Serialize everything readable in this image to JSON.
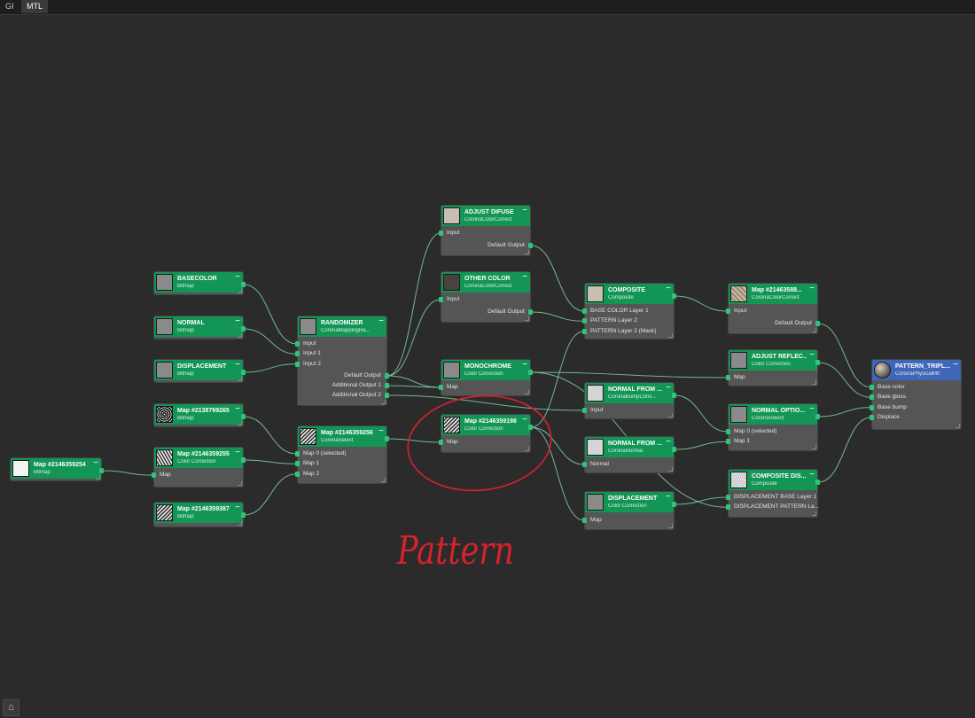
{
  "tabs": [
    {
      "label": "GI",
      "active": false
    },
    {
      "label": "MTL",
      "active": true
    }
  ],
  "colors": {
    "canvas": "#2b2b2b",
    "node_header": "#139556",
    "node_header_selected": "#3f66b8",
    "node_body": "#555555",
    "port": "#2ec47a",
    "wire": "#7fd0a3",
    "annotation": "#d8222c"
  },
  "annotation": {
    "text": "Pattern",
    "color": "#d8222c"
  },
  "nodes": [
    {
      "id": "map254",
      "title": "Map #2146359254",
      "subtitle": "Bitmap",
      "thumb": "white",
      "inputs": [],
      "outputs": [
        ""
      ]
    },
    {
      "id": "basecolor",
      "title": "BASECOLOR",
      "subtitle": "Bitmap",
      "thumb": "grey",
      "inputs": [],
      "outputs": [
        ""
      ]
    },
    {
      "id": "normal",
      "title": "NORMAL",
      "subtitle": "Bitmap",
      "thumb": "grey",
      "inputs": [],
      "outputs": [
        ""
      ]
    },
    {
      "id": "displacement",
      "title": "DISPLACEMENT",
      "subtitle": "Bitmap",
      "thumb": "grey",
      "inputs": [],
      "outputs": [
        ""
      ]
    },
    {
      "id": "map265",
      "title": "Map #2138799265",
      "subtitle": "Bitmap",
      "thumb": "dots",
      "inputs": [],
      "outputs": [
        ""
      ]
    },
    {
      "id": "map255",
      "title": "Map #2146359255",
      "subtitle": "Color Correction",
      "thumb": "weave",
      "inputs": [
        "Map"
      ],
      "outputs": [
        ""
      ]
    },
    {
      "id": "map387",
      "title": "Map #2146359387",
      "subtitle": "Bitmap",
      "thumb": "zigzag",
      "inputs": [],
      "outputs": [
        ""
      ]
    },
    {
      "id": "randomizer",
      "title": "RANDOMIZER",
      "subtitle": "CoronaMappingRa...",
      "thumb": "grey",
      "inputs": [
        "Input",
        "Input 1",
        "Input 2"
      ],
      "outputs": [
        "Default Output",
        "Additional Output 1",
        "Additional Output 2"
      ]
    },
    {
      "id": "map256",
      "title": "Map #2146359256",
      "subtitle": "CoronaSelect",
      "thumb": "zigzag",
      "inputs": [
        "Map 0 (selected)",
        "Map 1",
        "Map 2"
      ],
      "outputs": [
        ""
      ]
    },
    {
      "id": "adjustdif",
      "title": "ADJUST DIFUSE",
      "subtitle": "CoronaColorCorrect",
      "thumb": "beige",
      "inputs": [
        "Input"
      ],
      "outputs": [
        "Default Output"
      ]
    },
    {
      "id": "othercolor",
      "title": "OTHER COLOR",
      "subtitle": "CoronaColorCorrect",
      "thumb": "brown",
      "inputs": [
        "Input"
      ],
      "outputs": [
        "Default Output"
      ]
    },
    {
      "id": "monochrome",
      "title": "MONOCHROME",
      "subtitle": "Color Correction",
      "thumb": "grey",
      "inputs": [
        "Map"
      ],
      "outputs": [
        ""
      ]
    },
    {
      "id": "map198",
      "title": "Map #2146359198",
      "subtitle": "Color Correction",
      "thumb": "zigzag",
      "inputs": [
        "Map"
      ],
      "outputs": [
        ""
      ]
    },
    {
      "id": "composite",
      "title": "COMPOSITE",
      "subtitle": "Composite",
      "thumb": "beige",
      "inputs": [
        "BASE COLOR Layer 1",
        "PATTERN Layer 2",
        "PATTERN Layer 2 (Mask)"
      ],
      "outputs": [
        ""
      ]
    },
    {
      "id": "normfrom1",
      "title": "NORMAL FROM ...",
      "subtitle": "CoronaBumpConv...",
      "thumb": "light",
      "inputs": [
        "Input"
      ],
      "outputs": [
        ""
      ]
    },
    {
      "id": "normfrom2",
      "title": "NORMAL FROM ...",
      "subtitle": "CoronaNormal",
      "thumb": "light",
      "inputs": [
        "Normal"
      ],
      "outputs": [
        ""
      ]
    },
    {
      "id": "disp2",
      "title": "DISPLACEMENT",
      "subtitle": "Color Correction",
      "thumb": "grey",
      "inputs": [
        "Map"
      ],
      "outputs": [
        ""
      ]
    },
    {
      "id": "map588",
      "title": "Map #21463588...",
      "subtitle": "CoronaColorCorrect",
      "thumb": "fabric",
      "inputs": [
        "Input"
      ],
      "outputs": [
        "Default Output"
      ]
    },
    {
      "id": "adjrefl",
      "title": "ADJUST REFLEC...",
      "subtitle": "Color Correction",
      "thumb": "grey",
      "inputs": [
        "Map"
      ],
      "outputs": [
        ""
      ]
    },
    {
      "id": "normopt",
      "title": "NORMAL OPTIO...",
      "subtitle": "CoronaSelect",
      "thumb": "grey",
      "inputs": [
        "Map 0 (selected)",
        "Map 1"
      ],
      "outputs": [
        ""
      ]
    },
    {
      "id": "compdisp",
      "title": "COMPOSITE DIS...",
      "subtitle": "Composite",
      "thumb": "speckle",
      "inputs": [
        "DISPLACEMENT BASE Layer 1",
        "DISPLACEMENT PATTERN La..."
      ],
      "outputs": [
        ""
      ]
    },
    {
      "id": "pattern",
      "title": "PATTERN_TRIPL...",
      "subtitle": "CoronaPhysicalMtl",
      "thumb": "sphere",
      "selected": true,
      "inputs": [
        "Base color",
        "Base gloss.",
        "Base bump",
        "Displace"
      ],
      "outputs": []
    }
  ]
}
